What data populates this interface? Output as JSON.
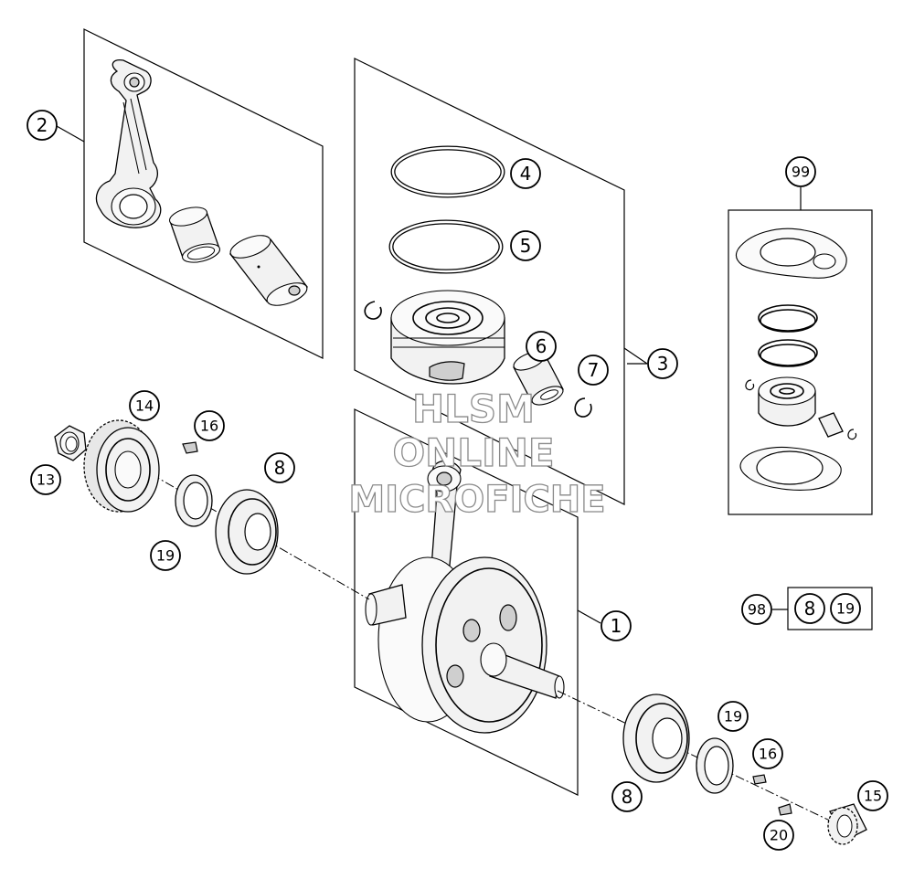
{
  "watermark": {
    "line1": "HLSM",
    "line2": "ONLINE",
    "line3": "MICROFICHE"
  },
  "callouts": {
    "c1": "1",
    "c2": "2",
    "c3": "3",
    "c4": "4",
    "c5": "5",
    "c6": "6",
    "c7": "7",
    "c8a": "8",
    "c8b": "8",
    "c13": "13",
    "c14": "14",
    "c15": "15",
    "c16a": "16",
    "c16b": "16",
    "c19a": "19",
    "c19b": "19",
    "c20": "20",
    "c99": "99",
    "c98": "98",
    "kit98_item1": "8",
    "kit98_item2": "19"
  },
  "colors": {
    "line": "#000000",
    "watermark_stroke": "#8a8a8a",
    "background": "#ffffff"
  }
}
